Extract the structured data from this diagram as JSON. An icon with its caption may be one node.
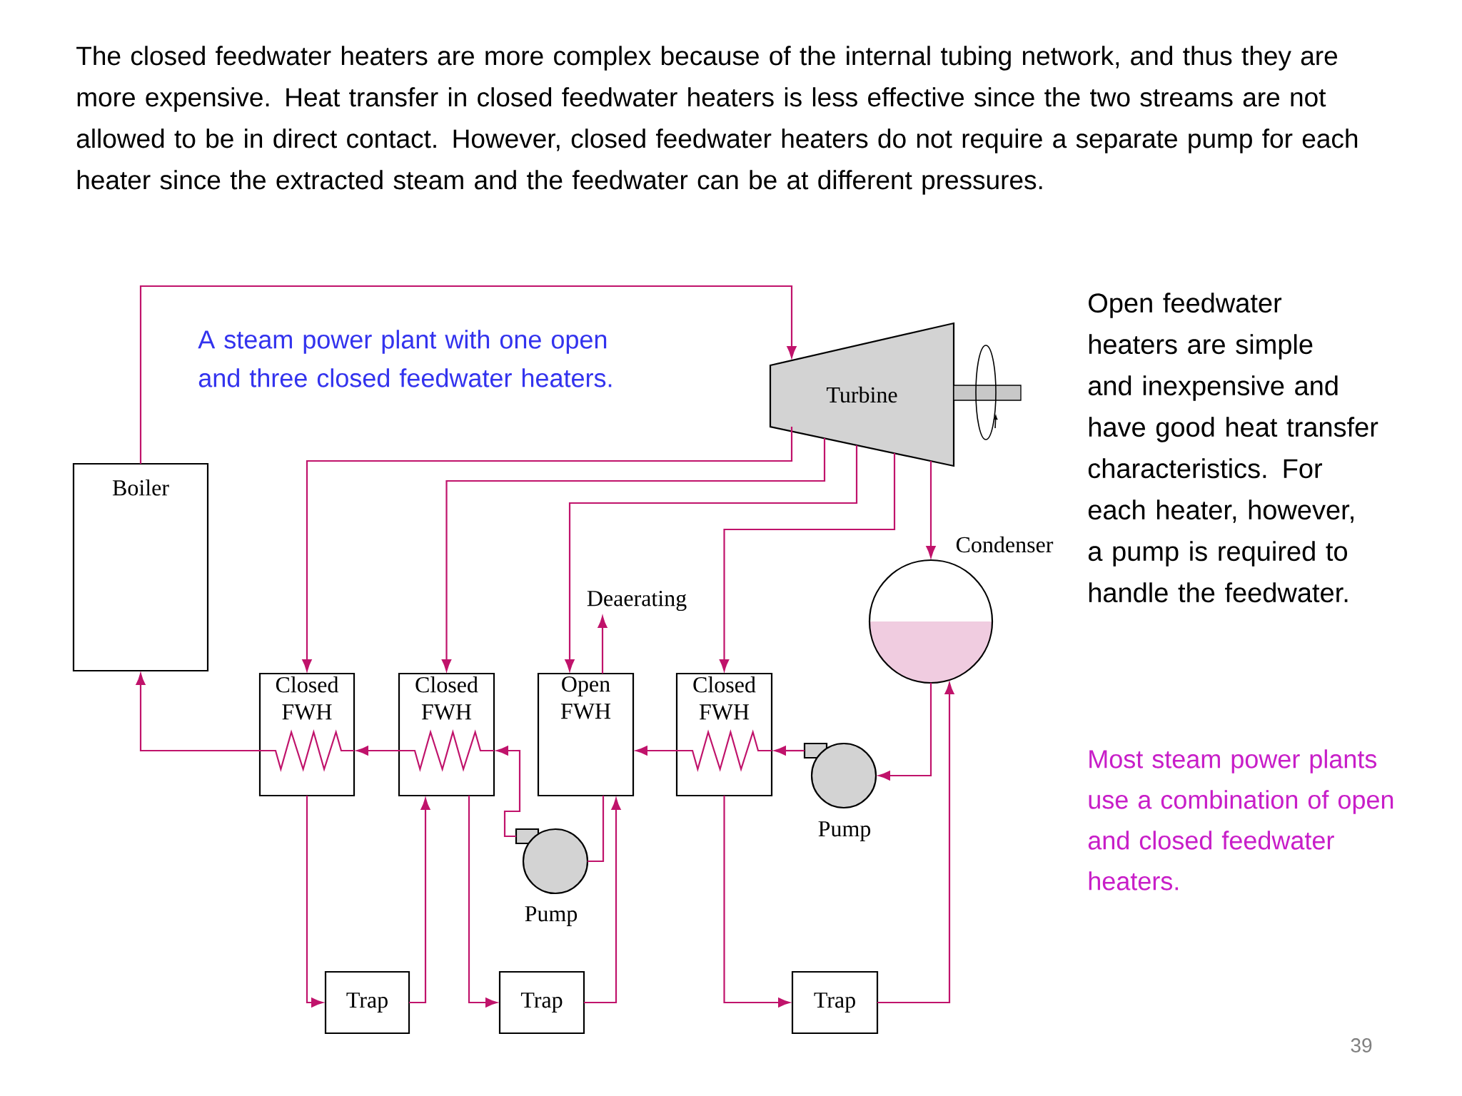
{
  "diagram": {
    "nodes": [
      {
        "text": [
          "Boiler"
        ]
      },
      {
        "text": [
          "Turbine"
        ]
      },
      {
        "text": [],
        "shape": "circle",
        "beside": [
          "Condenser"
        ]
      },
      {
        "text": [
          "Closed FWH"
        ]
      },
      {
        "text": [
          "Closed FWH"
        ]
      },
      {
        "text": [
          "Open FWH"
        ]
      },
      {
        "text": [
          "Closed FWH"
        ]
      },
      {
        "text": [],
        "shape": "circle",
        "beside": [
          "Pump"
        ]
      },
      {
        "text": [],
        "shape": "circle",
        "beside": [
          "Pump"
        ]
      },
      {
        "text": [
          "Trap"
        ]
      },
      {
        "text": [
          "Trap"
        ]
      },
      {
        "text": [
          "Trap"
        ]
      },
      {
        "text": [
          "Deaerating"
        ]
      }
    ],
    "edges": [
      {
        "from": 0,
        "to": 1,
        "arrow": "to"
      },
      {
        "from": 1,
        "to": 3,
        "arrow": "to"
      },
      {
        "from": 1,
        "to": 4,
        "arrow": "to"
      },
      {
        "from": 1,
        "to": 5,
        "arrow": "to"
      },
      {
        "from": 1,
        "to": 6,
        "arrow": "to"
      },
      {
        "from": 1,
        "to": 2,
        "arrow": "to"
      },
      {
        "from": 5,
        "to": 12,
        "arrow": "to"
      },
      {
        "from": 2,
        "to": 8,
        "arrow": "to"
      },
      {
        "from": 8,
        "to": 6,
        "arrow": "to"
      },
      {
        "from": 6,
        "to": 5,
        "arrow": "to"
      },
      {
        "from": 5,
        "to": 7,
        "arrow": "none"
      },
      {
        "from": 7,
        "to": 4,
        "arrow": "to"
      },
      {
        "from": 4,
        "to": 3,
        "arrow": "to"
      },
      {
        "from": 3,
        "to": 0,
        "arrow": "to"
      },
      {
        "from": 3,
        "to": 9,
        "arrow": "to"
      },
      {
        "from": 9,
        "to": 4,
        "arrow": "to"
      },
      {
        "from": 4,
        "to": 10,
        "arrow": "to"
      },
      {
        "from": 10,
        "to": 5,
        "arrow": "to"
      },
      {
        "from": 6,
        "to": 11,
        "arrow": "to"
      },
      {
        "from": 11,
        "to": 2,
        "arrow": "to"
      }
    ],
    "labels": [
      "The closed feedwater heaters are more complex because of the internal tubing network, and thus they are more expensive. Heat transfer in closed feedwater heaters is less effective since the two streams are not allowed to be in direct contact. However, closed feedwater heaters do not require a separate pump for each heater since the extracted steam and the feedwater can be at different pressures.",
      "A steam power plant with one open and three closed feedwater heaters.",
      "Open feedwater heaters are simple and inexpensive and have good heat transfer characteristics. For each heater, however, a pump is required to handle the feedwater.",
      "Most steam power plants use a combination of open and closed feedwater heaters.",
      "39"
    ]
  }
}
